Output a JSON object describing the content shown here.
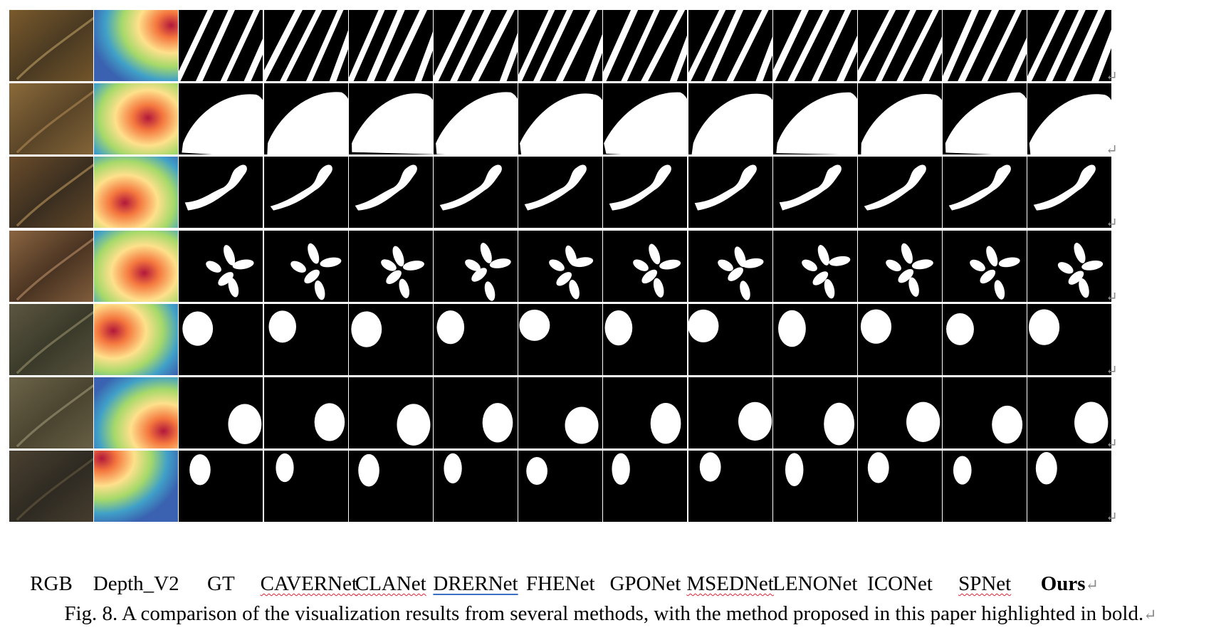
{
  "figure": {
    "columns": [
      {
        "id": "rgb",
        "label": "RGB",
        "style": "plain"
      },
      {
        "id": "depth",
        "label": "Depth_V2",
        "style": "plain"
      },
      {
        "id": "gt",
        "label": "GT",
        "style": "plain"
      },
      {
        "id": "caver",
        "label": "CAVERNet",
        "style": "red"
      },
      {
        "id": "clan",
        "label": "CLANet",
        "style": "red"
      },
      {
        "id": "drer",
        "label": "DRERNet",
        "style": "blue"
      },
      {
        "id": "fhe",
        "label": "FHENet",
        "style": "plain"
      },
      {
        "id": "gpo",
        "label": "GPONet",
        "style": "plain"
      },
      {
        "id": "msed",
        "label": "MSEDNet",
        "style": "red"
      },
      {
        "id": "leno",
        "label": "LENONet",
        "style": "plain"
      },
      {
        "id": "ico",
        "label": "ICONet",
        "style": "plain"
      },
      {
        "id": "sp",
        "label": "SPNet",
        "style": "red"
      },
      {
        "id": "ours",
        "label": "Ours",
        "style": "bold"
      }
    ],
    "rows": [
      {
        "id": "scratches",
        "mask": "stripes"
      },
      {
        "id": "dent",
        "mask": "dome"
      },
      {
        "id": "crack",
        "mask": "squiggle"
      },
      {
        "id": "flower",
        "mask": "petals"
      },
      {
        "id": "knob-left",
        "mask": "blob-left"
      },
      {
        "id": "knob-right",
        "mask": "blob-right"
      },
      {
        "id": "stain",
        "mask": "small-left"
      }
    ],
    "return_mark": "↵",
    "caption": "Fig. 8. A comparison of the visualization results from several methods, with the method proposed in this paper highlighted in bold."
  },
  "colors": {
    "background": "#ffffff",
    "mask": "#ffffff",
    "mask_bg": "#000000",
    "return_mark": "#8a8a8a",
    "spell_underline": "#dd2233",
    "grammar_underline": "#3a6fc4"
  }
}
